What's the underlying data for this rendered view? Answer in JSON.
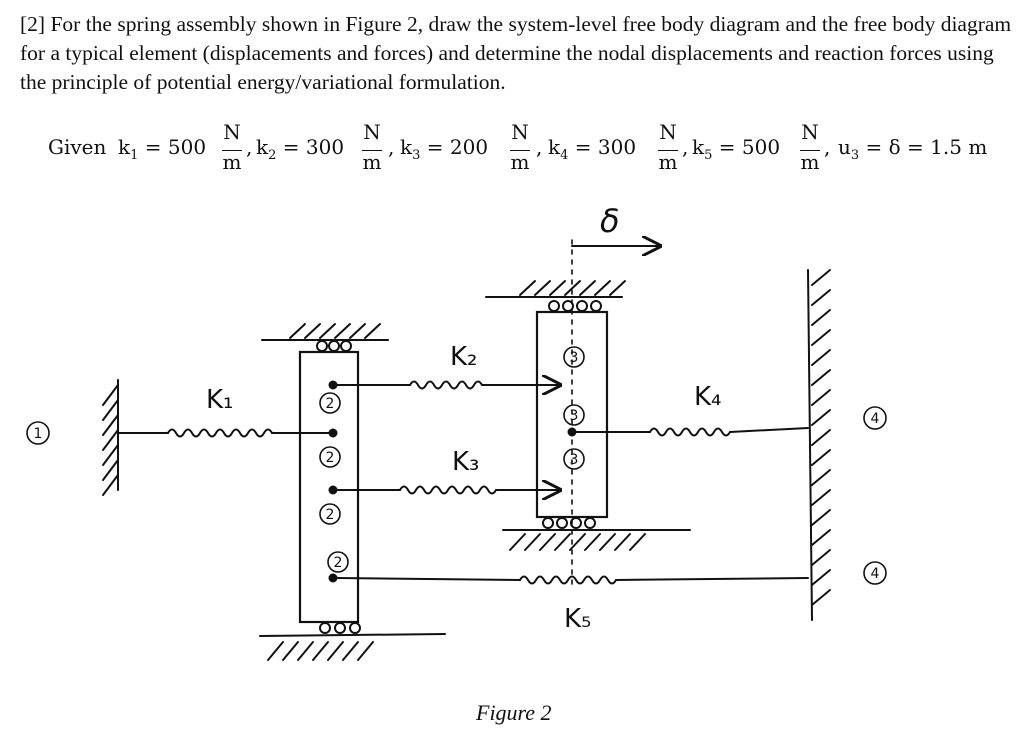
{
  "problem": {
    "number": "[2]",
    "text": "For the spring assembly shown in Figure 2, draw the system-level free body diagram and the free body diagram for a typical element (displacements and forces) and determine the nodal displacements and reaction forces using the principle of potential energy/variational formulation."
  },
  "given": {
    "prefix": "Given",
    "unit_num": "N",
    "unit_den": "m",
    "k1": {
      "name": "k",
      "sub": "1",
      "value": "500"
    },
    "k2": {
      "name": "k",
      "sub": "2",
      "value": "300"
    },
    "k3": {
      "name": "k",
      "sub": "3",
      "value": "200"
    },
    "k4": {
      "name": "k",
      "sub": "4",
      "value": "300"
    },
    "k5": {
      "name": "k",
      "sub": "5",
      "value": "500"
    },
    "u3": {
      "name": "u",
      "sub": "3",
      "expr": "= δ = 1.5 m"
    }
  },
  "figure": {
    "caption": "Figure 2",
    "delta_label": "δ",
    "spring_labels": [
      "K₁",
      "K₂",
      "K₃",
      "K₄",
      "K₅"
    ],
    "node_labels": {
      "node1": "1",
      "node2": [
        "2",
        "2",
        "2",
        "2"
      ],
      "node3": [
        "3",
        "3",
        "3"
      ],
      "node4": [
        "4",
        "4"
      ]
    }
  }
}
